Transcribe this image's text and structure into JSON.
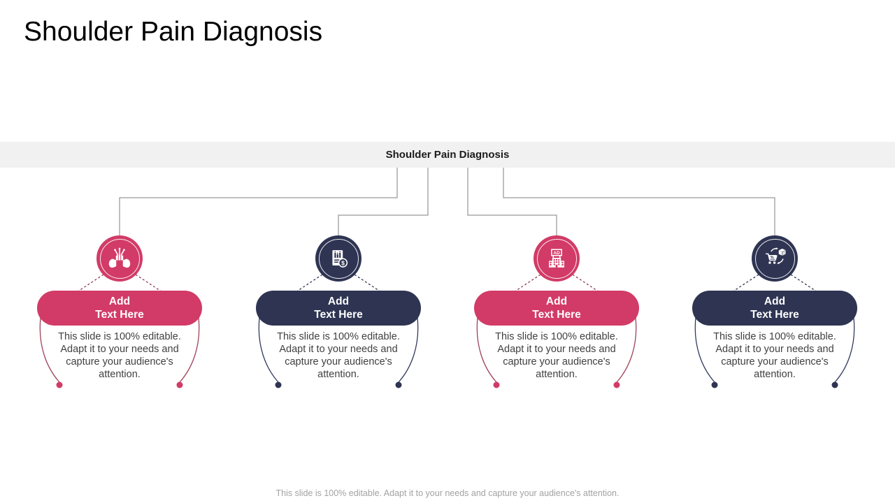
{
  "title": "Shoulder Pain Diagnosis",
  "diagram": {
    "header": "Shoulder Pain Diagnosis",
    "nodes": [
      {
        "icon": "caring-hands-icon",
        "accent": "pink",
        "button_line1": "Add",
        "button_line2": "Text Here",
        "description": "This slide is 100% editable. Adapt it to your needs and capture your audience's attention."
      },
      {
        "icon": "financial-report-icon",
        "accent": "navy",
        "button_line1": "Add",
        "button_line2": "Text Here",
        "description": "This slide is 100% editable. Adapt it to your needs and capture your audience's attention."
      },
      {
        "icon": "ad-building-icon",
        "accent": "pink",
        "button_line1": "Add",
        "button_line2": "Text Here",
        "description": "This slide is 100% editable. Adapt it to your needs and capture your audience's attention."
      },
      {
        "icon": "product-exchange-icon",
        "accent": "navy",
        "button_line1": "Add",
        "button_line2": "Text Here",
        "description": "This slide is 100% editable. Adapt it to your needs and capture your audience's attention."
      }
    ]
  },
  "footer": "This slide is 100% editable. Adapt it to your needs and capture your audience's attention.",
  "colors": {
    "pink": "#d23b67",
    "navy": "#2e3452",
    "connector_gray": "#7f7f7f",
    "band_background": "#f1f1f2",
    "description_text": "#404040",
    "footer_text": "#a2a2a2",
    "title_text": "#000000"
  }
}
